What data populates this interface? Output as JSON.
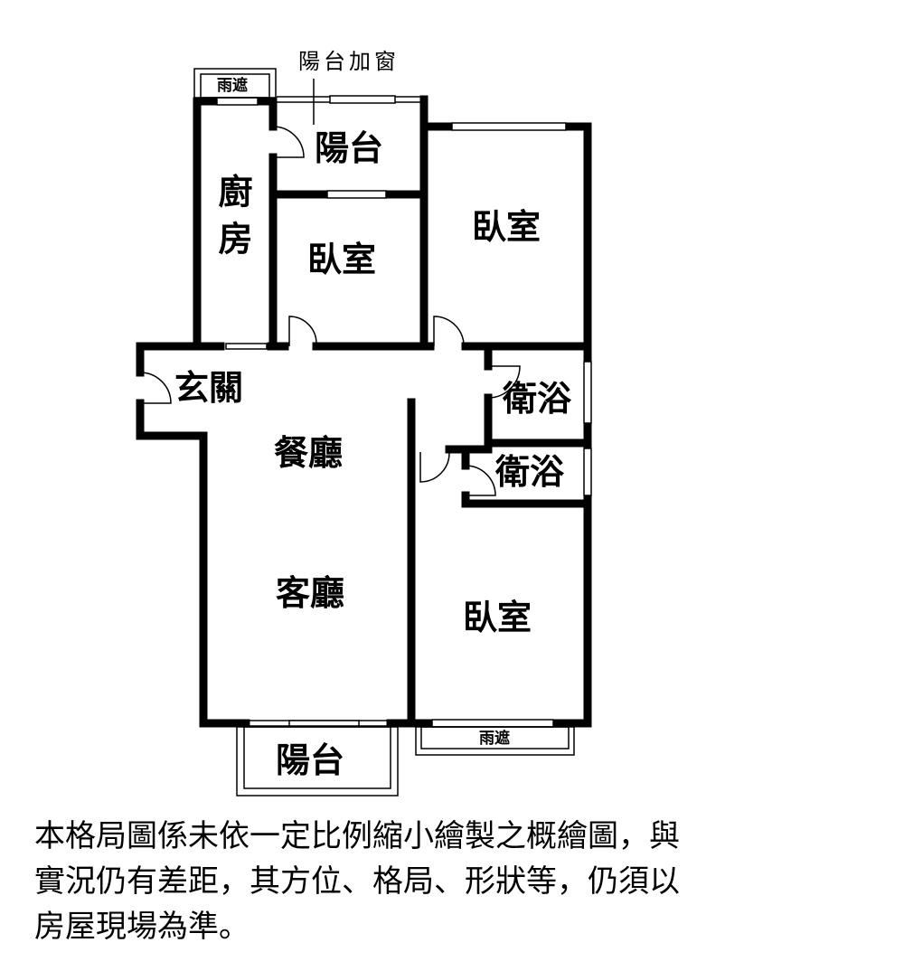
{
  "rooms": {
    "balcony_window_note": "陽台加窗",
    "rain_cover_top": "雨遮",
    "balcony_top": "陽台",
    "kitchen": "廚房",
    "bedroom_small": "臥室",
    "bedroom_top_right": "臥室",
    "entrance": "玄關",
    "bathroom_1": "衛浴",
    "bathroom_2": "衛浴",
    "dining_room": "餐廳",
    "living_room": "客廳",
    "bedroom_bottom_right": "臥室",
    "balcony_bottom": "陽台",
    "rain_cover_bottom": "雨遮"
  },
  "caption": {
    "line1": "本格局圖係未依一定比例縮小繪製之概繪圖，與",
    "line2": "實況仍有差距，其方位、格局、形狀等，仍須以",
    "line3": "房屋現場為準。"
  }
}
